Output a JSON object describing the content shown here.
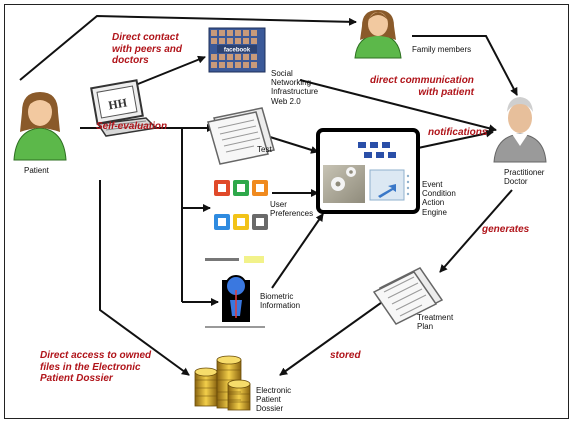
{
  "nodes": {
    "patient": "Patient",
    "family": "Family members",
    "social": "Social\nNetworking\nInfrastructure\nWeb 2.0",
    "test": "Test",
    "engine": "Event\nCondition\nAction\nEngine",
    "practitioner": "Practitioner\nDoctor",
    "preferences": "User\nPreferences",
    "biometric": "Biometric\nInformation",
    "treatment": "Treatment\nPlan",
    "dossier": "Electronic\nPatient\nDossier",
    "facebook_logo": "facebook"
  },
  "edge_labels": {
    "direct_contact": "Direct contact\nwith peers and\ndoctors",
    "direct_communication": "direct communication\nwith patient",
    "self_evaluation": "Self-evaluation",
    "notifications": "notifications",
    "generates": "generates",
    "stored": "stored",
    "direct_access": "Direct access to owned\nfiles in the Electronic\nPatient Dossier"
  },
  "colors": {
    "accent_red": "#b0141a",
    "patient_shirt": "#5cb84a",
    "hair": "#8a5a2a",
    "engine_border": "#000000"
  }
}
